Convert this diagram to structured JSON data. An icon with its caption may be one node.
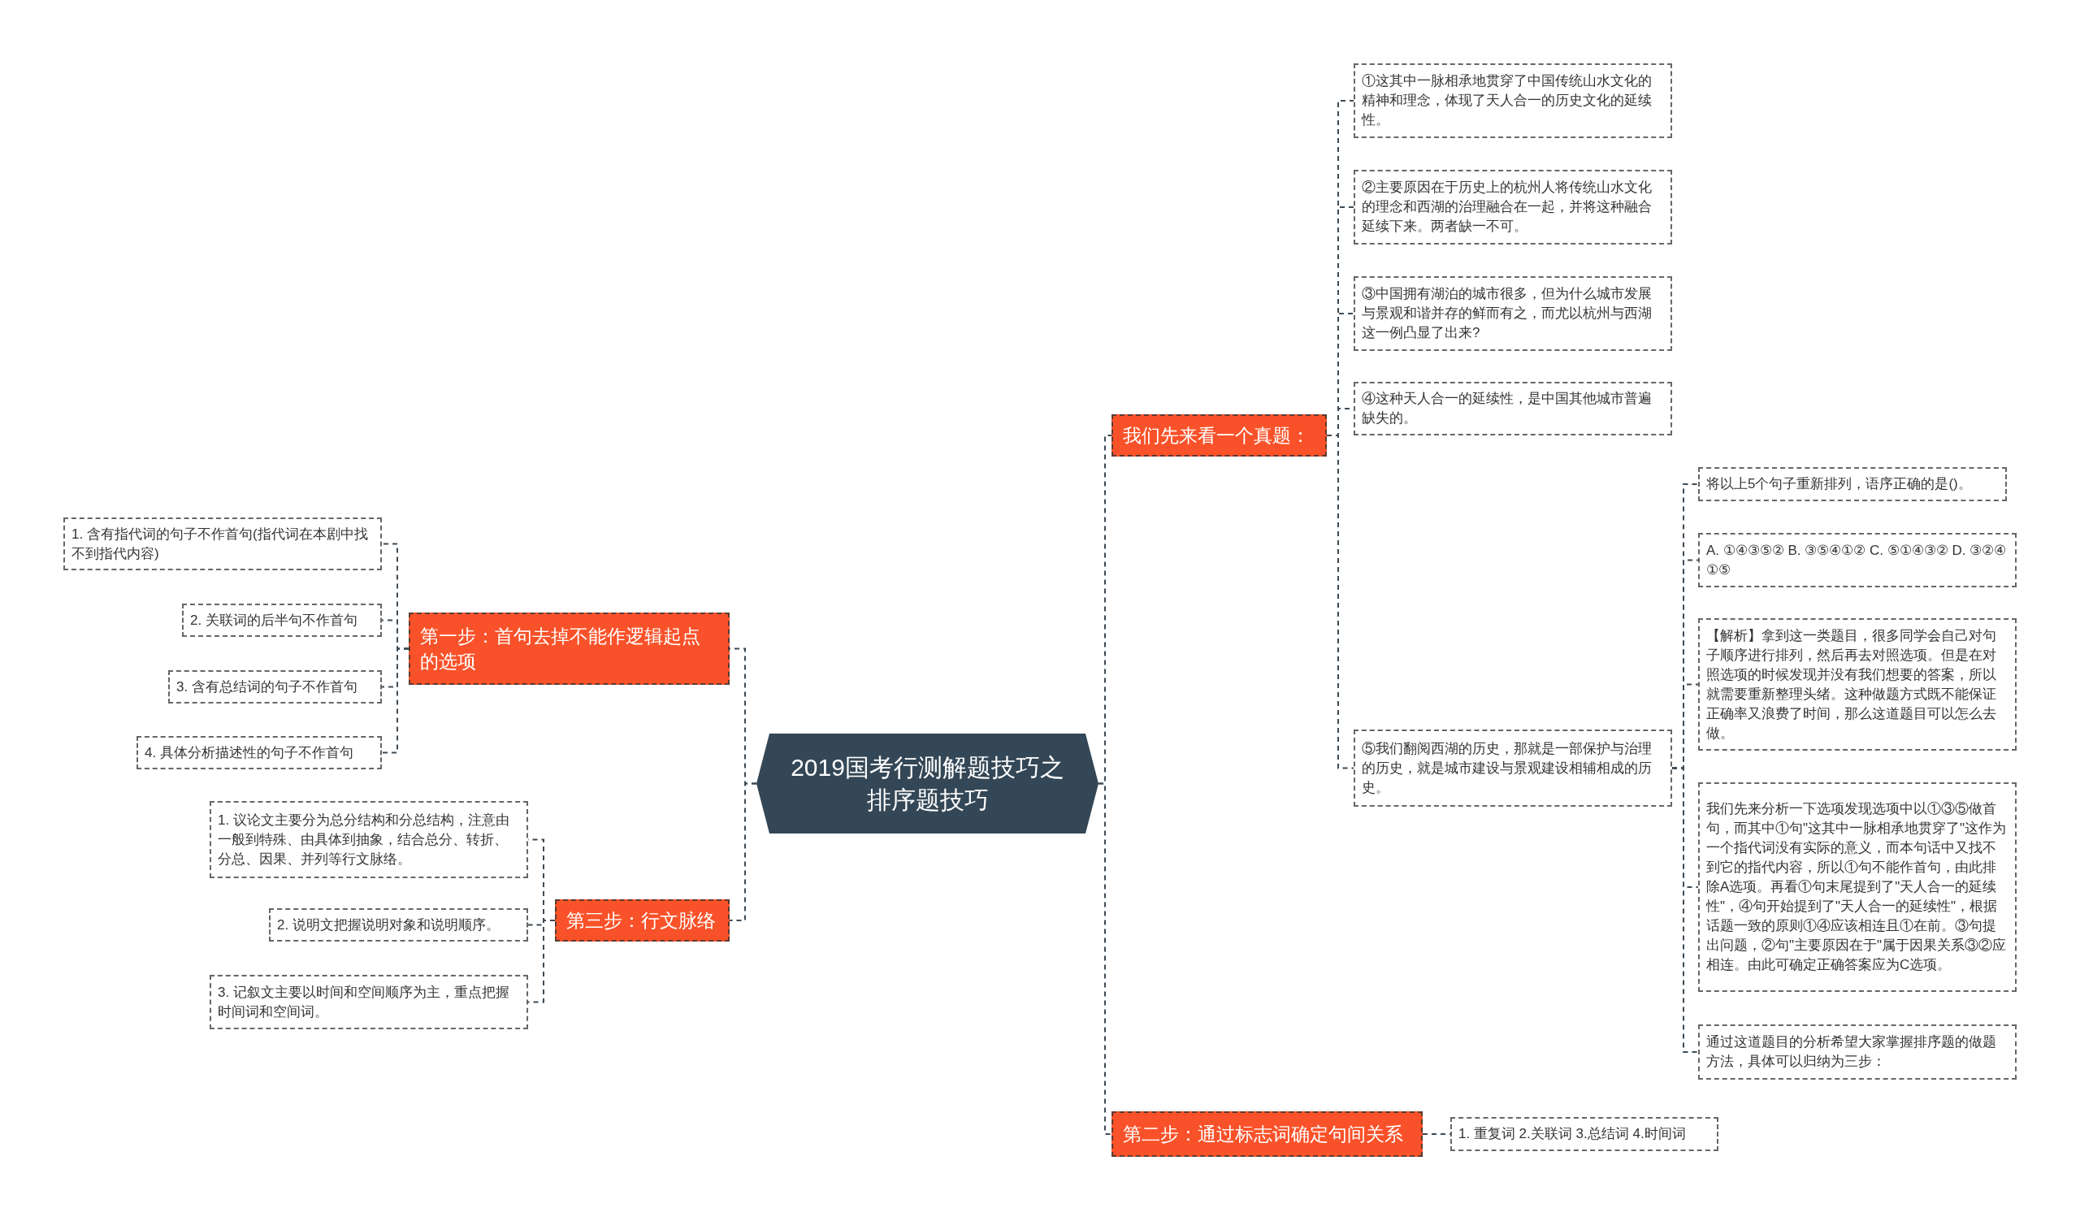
{
  "diagram": {
    "nodes": [
      {
        "text": [
          "2019国考行测解题技巧之排序题技巧"
        ]
      },
      {
        "text": [
          "我们先来看一个真题："
        ]
      },
      {
        "text": [
          "①这其中一脉相承地贯穿了中国传统山水文化的精神和理念，体现了天人合一的历史文化的延续性。"
        ]
      },
      {
        "text": [
          "②主要原因在于历史上的杭州人将传统山水文化的理念和西湖的治理融合在一起，并将这种融合延续下来。两者缺一不可。"
        ]
      },
      {
        "text": [
          "③中国拥有湖泊的城市很多，但为什么城市发展与景观和谐并存的鲜而有之，而尤以杭州与西湖这一例凸显了出来?"
        ]
      },
      {
        "text": [
          "④这种天人合一的延续性，是中国其他城市普遍缺失的。"
        ]
      },
      {
        "text": [
          "⑤我们翻阅西湖的历史，那就是一部保护与治理的历史，就是城市建设与景观建设相辅相成的历史。"
        ]
      },
      {
        "text": [
          "将以上5个句子重新排列，语序正确的是()。"
        ]
      },
      {
        "text": [
          "A. ①④③⑤② B. ③⑤④①② C. ⑤①④③② D. ③②④①⑤"
        ]
      },
      {
        "text": [
          "【解析】拿到这一类题目，很多同学会自己对句子顺序进行排列，然后再去对照选项。但是在对照选项的时候发现并没有我们想要的答案，所以就需要重新整理头绪。这种做题方式既不能保证正确率又浪费了时间，那么这道题目可以怎么去做。"
        ]
      },
      {
        "text": [
          "我们先来分析一下选项发现选项中以①③⑤做首句，而其中①句\"这其中一脉相承地贯穿了\"这作为一个指代词没有实际的意义，而本句话中又找不到它的指代内容，所以①句不能作首句，由此排除A选项。再看①句末尾提到了\"天人合一的延续性\"，④句开始提到了\"天人合一的延续性\"，根据话题一致的原则①④应该相连且①在前。③句提出问题，②句\"主要原因在于\"属于因果关系③②应相连。由此可确定正确答案应为C选项。"
        ]
      },
      {
        "text": [
          "通过这道题目的分析希望大家掌握排序题的做题方法，具体可以归纳为三步："
        ]
      },
      {
        "text": [
          "第二步：通过标志词确定句间关系"
        ]
      },
      {
        "text": [
          "1. 重复词 2.关联词 3.总结词 4.时间词"
        ]
      },
      {
        "text": [
          "第一步：首句去掉不能作逻辑起点的选项"
        ]
      },
      {
        "text": [
          "1. 含有指代词的句子不作首句(指代词在本剧中找不到指代内容)"
        ]
      },
      {
        "text": [
          "2. 关联词的后半句不作首句"
        ]
      },
      {
        "text": [
          "3. 含有总结词的句子不作首句"
        ]
      },
      {
        "text": [
          "4. 具体分析描述性的句子不作首句"
        ]
      },
      {
        "text": [
          "第三步：行文脉络"
        ]
      },
      {
        "text": [
          "1. 议论文主要分为总分结构和分总结构，注意由一般到特殊、由具体到抽象，结合总分、转折、分总、因果、并列等行文脉络。"
        ]
      },
      {
        "text": [
          "2. 说明文把握说明对象和说明顺序。"
        ]
      },
      {
        "text": [
          "3. 记叙文主要以时间和空间顺序为主，重点把握时间词和空间词。"
        ]
      }
    ],
    "edges": [
      {
        "from": 0,
        "to": 1,
        "arrow": "none",
        "style": "dashed"
      },
      {
        "from": 0,
        "to": 12,
        "arrow": "none",
        "style": "dashed"
      },
      {
        "from": 0,
        "to": 14,
        "arrow": "none",
        "style": "dashed"
      },
      {
        "from": 0,
        "to": 19,
        "arrow": "none",
        "style": "dashed"
      },
      {
        "from": 1,
        "to": 2,
        "arrow": "none",
        "style": "dashed"
      },
      {
        "from": 1,
        "to": 3,
        "arrow": "none",
        "style": "dashed"
      },
      {
        "from": 1,
        "to": 4,
        "arrow": "none",
        "style": "dashed"
      },
      {
        "from": 1,
        "to": 5,
        "arrow": "none",
        "style": "dashed"
      },
      {
        "from": 1,
        "to": 6,
        "arrow": "none",
        "style": "dashed"
      },
      {
        "from": 6,
        "to": 7,
        "arrow": "none",
        "style": "dashed"
      },
      {
        "from": 6,
        "to": 8,
        "arrow": "none",
        "style": "dashed"
      },
      {
        "from": 6,
        "to": 9,
        "arrow": "none",
        "style": "dashed"
      },
      {
        "from": 6,
        "to": 10,
        "arrow": "none",
        "style": "dashed"
      },
      {
        "from": 6,
        "to": 11,
        "arrow": "none",
        "style": "dashed"
      },
      {
        "from": 12,
        "to": 13,
        "arrow": "none",
        "style": "dashed"
      },
      {
        "from": 14,
        "to": 15,
        "arrow": "none",
        "style": "dashed"
      },
      {
        "from": 14,
        "to": 16,
        "arrow": "none",
        "style": "dashed"
      },
      {
        "from": 14,
        "to": 17,
        "arrow": "none",
        "style": "dashed"
      },
      {
        "from": 14,
        "to": 18,
        "arrow": "none",
        "style": "dashed"
      },
      {
        "from": 19,
        "to": 20,
        "arrow": "none",
        "style": "dashed"
      },
      {
        "from": 19,
        "to": 21,
        "arrow": "none",
        "style": "dashed"
      },
      {
        "from": 19,
        "to": 22,
        "arrow": "none",
        "style": "dashed"
      }
    ]
  }
}
